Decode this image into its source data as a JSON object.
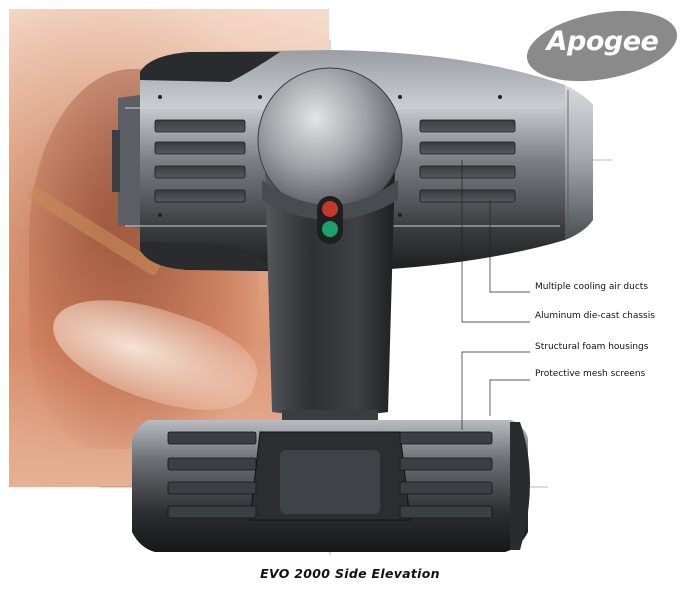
{
  "brand": {
    "name": "Apogee",
    "color": "#8a8a8a"
  },
  "callouts": [
    "Multiple cooling air ducts",
    "Aluminum die-cast chassis",
    "Structural foam housings",
    "Protective mesh screens"
  ],
  "caption": "EVO 2000 Side Elevation",
  "indicator_lights": {
    "top": "#c0392b",
    "bottom": "#1f9e6e"
  }
}
